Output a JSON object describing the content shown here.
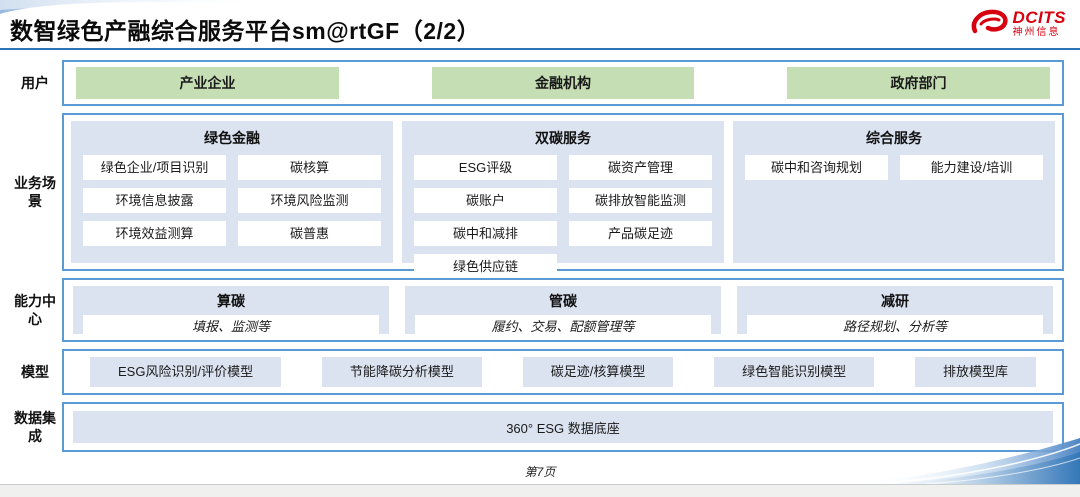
{
  "header": {
    "title": "数智绿色产融综合服务平台sm@rtGF（2/2）",
    "logo": {
      "brand": "DCITS",
      "subbrand": "神州信息"
    }
  },
  "rows": {
    "users": {
      "label": "用户",
      "items": [
        "产业企业",
        "金融机构",
        "政府部门"
      ]
    },
    "scenarios": {
      "label": "业务场景",
      "columns": [
        {
          "title": "绿色金融",
          "items": [
            "绿色企业/项目识别",
            "碳核算",
            "环境信息披露",
            "环境风险监测",
            "环境效益测算",
            "碳普惠"
          ]
        },
        {
          "title": "双碳服务",
          "items": [
            "ESG评级",
            "碳资产管理",
            "碳账户",
            "碳排放智能监测",
            "碳中和减排",
            "产品碳足迹",
            "绿色供应链"
          ]
        },
        {
          "title": "综合服务",
          "items": [
            "碳中和咨询规划",
            "能力建设/培训"
          ]
        }
      ]
    },
    "capabilities": {
      "label": "能力中心",
      "items": [
        {
          "title": "算碳",
          "desc": "填报、监测等"
        },
        {
          "title": "管碳",
          "desc": "履约、交易、配额管理等"
        },
        {
          "title": "减研",
          "desc": "路径规划、分析等"
        }
      ]
    },
    "models": {
      "label": "模型",
      "items": [
        "ESG风险识别/评价模型",
        "节能降碳分析模型",
        "碳足迹/核算模型",
        "绿色智能识别模型",
        "排放模型库"
      ]
    },
    "data_integration": {
      "label": "数据集成",
      "items": [
        "360° ESG 数据底座"
      ]
    }
  },
  "footer": {
    "page": "第7页"
  },
  "colors": {
    "accent_blue": "#5B9BD5",
    "underline_blue": "#2E74B5",
    "green": "#C5DEB4",
    "lavender": "#DBE2F0",
    "brand_red": "#D7000F",
    "footer_gray": "#F0F1EF"
  }
}
